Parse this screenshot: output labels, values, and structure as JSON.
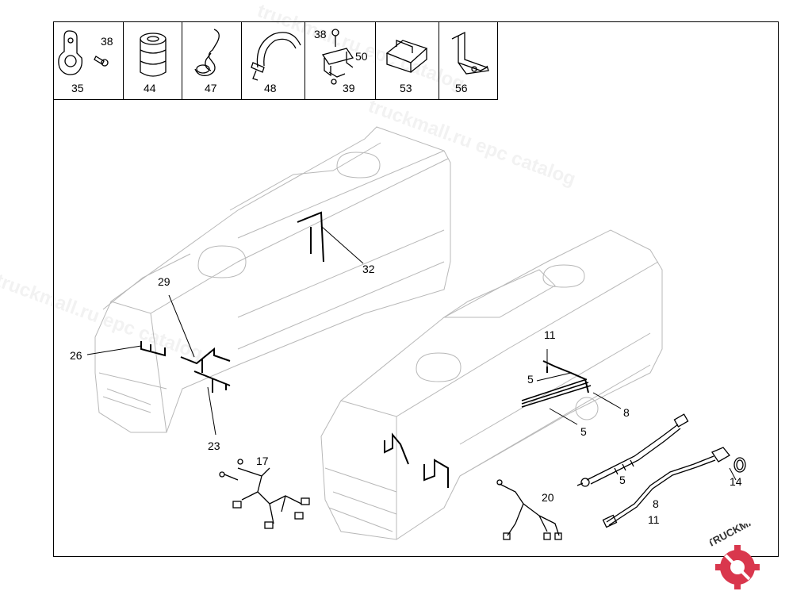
{
  "parts_strip": [
    {
      "label": "35",
      "extra": "38"
    },
    {
      "label": "44"
    },
    {
      "label": "47"
    },
    {
      "label": "48"
    },
    {
      "label": "39",
      "extra": "38",
      "extra2": "50"
    },
    {
      "label": "53"
    },
    {
      "label": "56"
    }
  ],
  "callouts": {
    "c32": "32",
    "c29": "29",
    "c26": "26",
    "c23": "23",
    "c17": "17",
    "c11a": "11",
    "c5a": "5",
    "c8a": "8",
    "c5b": "5",
    "c20": "20",
    "c5c": "5",
    "c14": "14",
    "c8b": "8",
    "c11b": "11"
  },
  "watermark": {
    "text1": "truckmall.ru epc catalog",
    "text2": "truckmall.ru epc catalog",
    "text3": "truckmall.ru epc catalog"
  },
  "logo": {
    "text": "TRUCKMALLPARTS",
    "colors": {
      "truck": "#333333",
      "parts": "#d9374d"
    }
  }
}
